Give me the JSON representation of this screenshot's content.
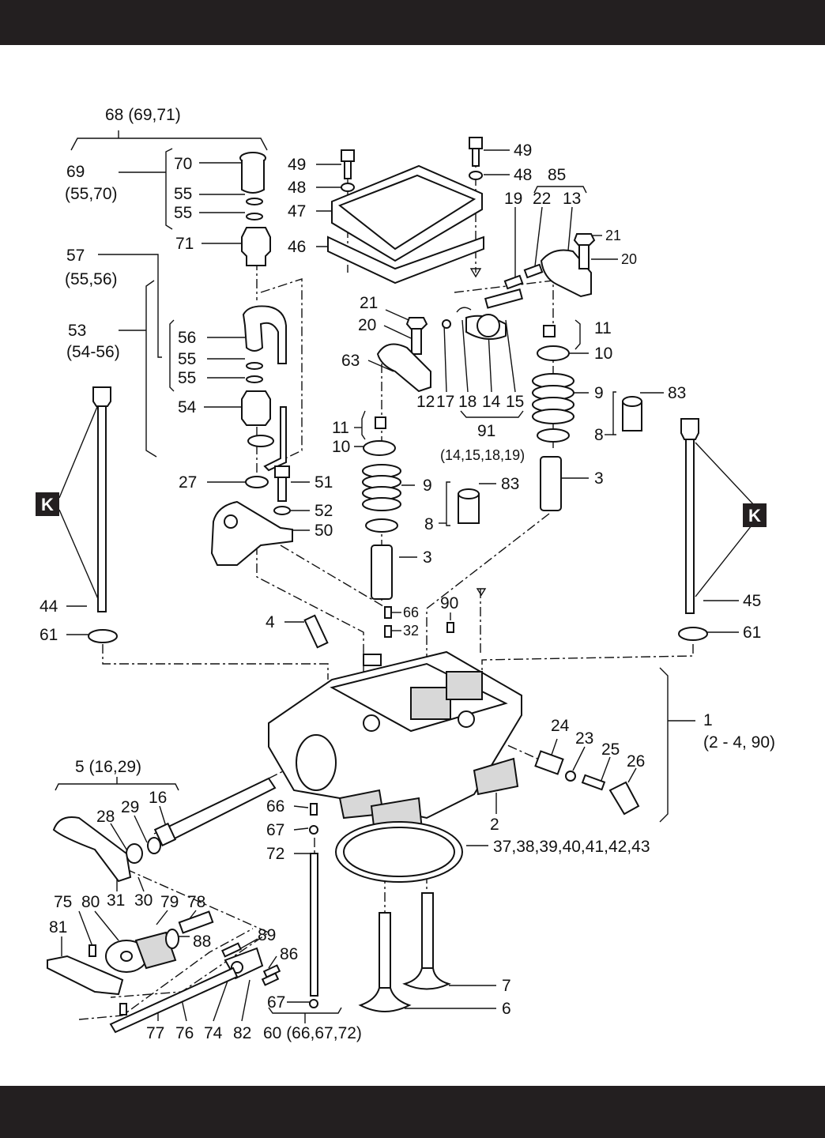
{
  "labels": [
    {
      "id": "l68",
      "text": "68 (69,71)"
    },
    {
      "id": "l69",
      "text": "69"
    },
    {
      "id": "l69s",
      "text": "(55,70)"
    },
    {
      "id": "l70",
      "text": "70"
    },
    {
      "id": "l55a",
      "text": "55"
    },
    {
      "id": "l55b",
      "text": "55"
    },
    {
      "id": "l71",
      "text": "71"
    },
    {
      "id": "l57",
      "text": "57"
    },
    {
      "id": "l57s",
      "text": "(55,56)"
    },
    {
      "id": "l53",
      "text": "53"
    },
    {
      "id": "l53s",
      "text": "(54-56)"
    },
    {
      "id": "l56",
      "text": "56"
    },
    {
      "id": "l55c",
      "text": "55"
    },
    {
      "id": "l55d",
      "text": "55"
    },
    {
      "id": "l54",
      "text": "54"
    },
    {
      "id": "l27",
      "text": "27"
    },
    {
      "id": "l51",
      "text": "51"
    },
    {
      "id": "l52",
      "text": "52"
    },
    {
      "id": "l50",
      "text": "50"
    },
    {
      "id": "l44",
      "text": "44"
    },
    {
      "id": "l61a",
      "text": "61"
    },
    {
      "id": "l49a",
      "text": "49"
    },
    {
      "id": "l48a",
      "text": "48"
    },
    {
      "id": "l47",
      "text": "47"
    },
    {
      "id": "l46",
      "text": "46"
    },
    {
      "id": "l49b",
      "text": "49"
    },
    {
      "id": "l48b",
      "text": "48"
    },
    {
      "id": "l85",
      "text": "85"
    },
    {
      "id": "l19",
      "text": "19"
    },
    {
      "id": "l22",
      "text": "22"
    },
    {
      "id": "l13",
      "text": "13"
    },
    {
      "id": "l21a",
      "text": "21"
    },
    {
      "id": "l20a",
      "text": "20"
    },
    {
      "id": "l21b",
      "text": "21"
    },
    {
      "id": "l20b",
      "text": "20"
    },
    {
      "id": "l63",
      "text": "63"
    },
    {
      "id": "l12",
      "text": "12"
    },
    {
      "id": "l17",
      "text": "17"
    },
    {
      "id": "l18",
      "text": "18"
    },
    {
      "id": "l14",
      "text": "14"
    },
    {
      "id": "l15",
      "text": "15"
    },
    {
      "id": "l91",
      "text": "91"
    },
    {
      "id": "l91s",
      "text": "(14,15,18,19)"
    },
    {
      "id": "l11a",
      "text": "11"
    },
    {
      "id": "l10a",
      "text": "10"
    },
    {
      "id": "l9a",
      "text": "9"
    },
    {
      "id": "l83a",
      "text": "83"
    },
    {
      "id": "l8a",
      "text": "8"
    },
    {
      "id": "l3a",
      "text": "3"
    },
    {
      "id": "l11b",
      "text": "11"
    },
    {
      "id": "l10b",
      "text": "10"
    },
    {
      "id": "l9b",
      "text": "9"
    },
    {
      "id": "l83b",
      "text": "83"
    },
    {
      "id": "l8b",
      "text": "8"
    },
    {
      "id": "l3b",
      "text": "3"
    },
    {
      "id": "l45",
      "text": "45"
    },
    {
      "id": "l61b",
      "text": "61"
    },
    {
      "id": "l4",
      "text": "4"
    },
    {
      "id": "l66a",
      "text": "66"
    },
    {
      "id": "l32",
      "text": "32"
    },
    {
      "id": "l90",
      "text": "90"
    },
    {
      "id": "l1",
      "text": "1"
    },
    {
      "id": "l1s",
      "text": "(2 - 4, 90)"
    },
    {
      "id": "l24",
      "text": "24"
    },
    {
      "id": "l23",
      "text": "23"
    },
    {
      "id": "l25",
      "text": "25"
    },
    {
      "id": "l26",
      "text": "26"
    },
    {
      "id": "l2",
      "text": "2"
    },
    {
      "id": "l37",
      "text": "37,38,39,40,41,42,43"
    },
    {
      "id": "l5",
      "text": "5 (16,29)"
    },
    {
      "id": "l28",
      "text": "28"
    },
    {
      "id": "l29",
      "text": "29"
    },
    {
      "id": "l16",
      "text": "16"
    },
    {
      "id": "l66b",
      "text": "66"
    },
    {
      "id": "l67a",
      "text": "67"
    },
    {
      "id": "l72",
      "text": "72"
    },
    {
      "id": "l31",
      "text": "31"
    },
    {
      "id": "l30",
      "text": "30"
    },
    {
      "id": "l75",
      "text": "75"
    },
    {
      "id": "l80",
      "text": "80"
    },
    {
      "id": "l79",
      "text": "79"
    },
    {
      "id": "l78",
      "text": "78"
    },
    {
      "id": "l81",
      "text": "81"
    },
    {
      "id": "l88",
      "text": "88"
    },
    {
      "id": "l89",
      "text": "89"
    },
    {
      "id": "l86",
      "text": "86"
    },
    {
      "id": "l67b",
      "text": "67"
    },
    {
      "id": "l7",
      "text": "7"
    },
    {
      "id": "l6",
      "text": "6"
    },
    {
      "id": "l77",
      "text": "77"
    },
    {
      "id": "l76",
      "text": "76"
    },
    {
      "id": "l74",
      "text": "74"
    },
    {
      "id": "l82",
      "text": "82"
    },
    {
      "id": "l60",
      "text": "60 (66,67,72)"
    },
    {
      "id": "kA",
      "text": "K"
    },
    {
      "id": "kB",
      "text": "K"
    }
  ]
}
